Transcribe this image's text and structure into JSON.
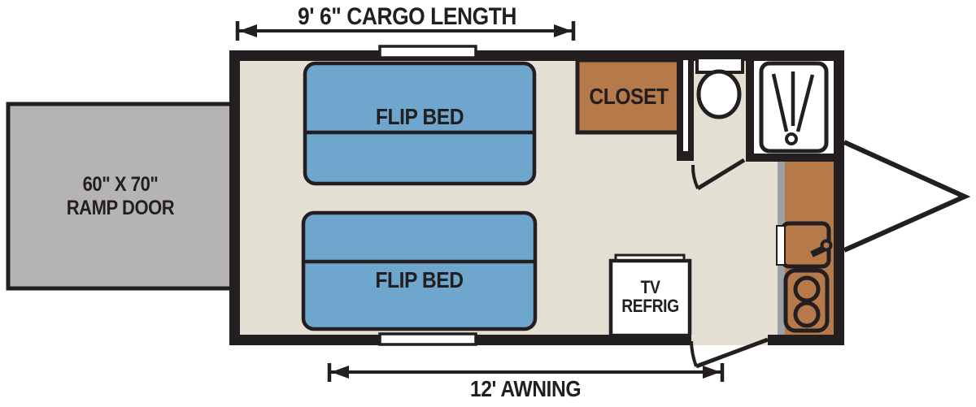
{
  "title": "Travel trailer floorplan with rear ramp door",
  "dimensions": {
    "cargo_length": "9' 6\" CARGO LENGTH",
    "awning": "12' AWNING"
  },
  "ramp_door": {
    "line1": "60\" X 70\"",
    "line2": "RAMP DOOR"
  },
  "rooms": {
    "flip_bed_top": "FLIP BED",
    "flip_bed_bottom": "FLIP BED",
    "closet": "CLOSET",
    "tv_refrig_line1": "TV",
    "tv_refrig_line2": "REFRIG"
  },
  "icons": [
    "toilet-icon",
    "shower-icon",
    "sink-icon",
    "stove-icon",
    "door-swing-icon",
    "window-icon",
    "dimension-arrow-icon",
    "aframe-tongue-icon"
  ],
  "colors": {
    "wall": "#231f20",
    "floor": "#e3dfd2",
    "bed": "#6fa6ce",
    "wood": "#b5794a",
    "ramp": "#b5b4b2",
    "grayedge": "#9aa2a7",
    "white": "#ffffff"
  }
}
